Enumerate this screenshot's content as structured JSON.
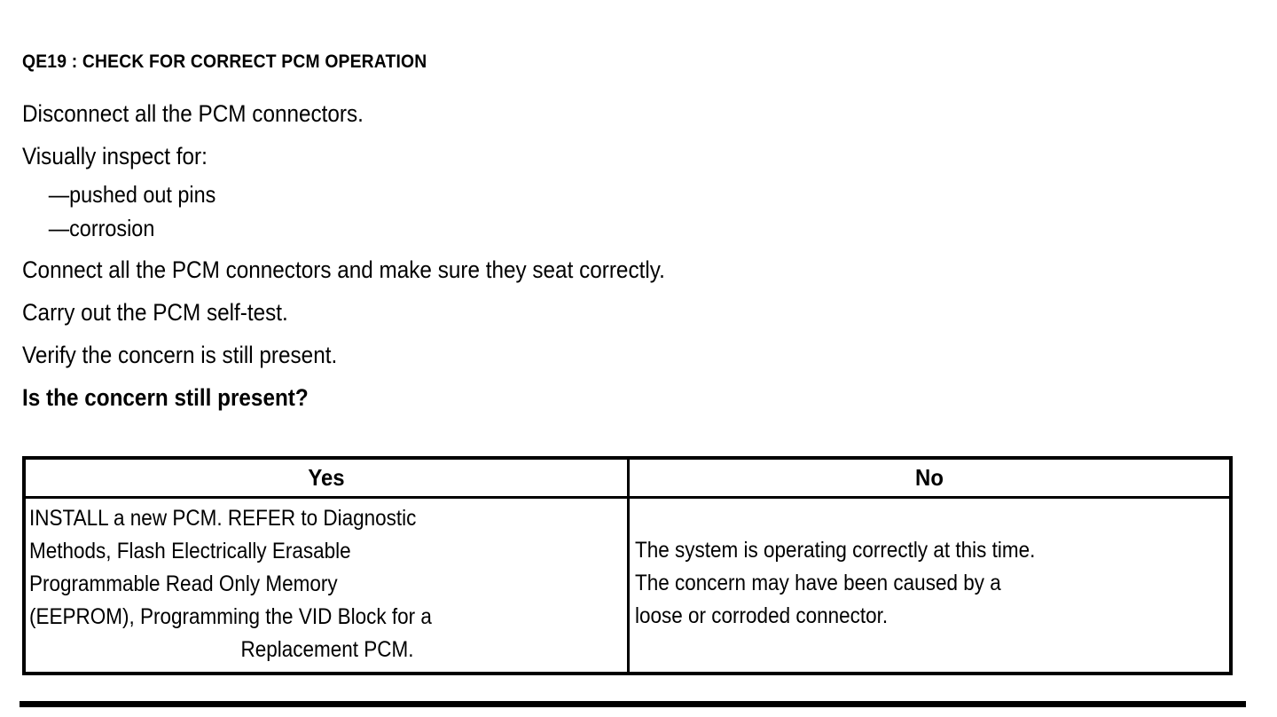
{
  "document": {
    "heading": "QE19 : CHECK FOR CORRECT PCM OPERATION",
    "steps": [
      {
        "kind": "step",
        "text": "Disconnect all the PCM connectors."
      },
      {
        "kind": "step",
        "text": "Visually inspect for:"
      },
      {
        "kind": "dash",
        "text": "—pushed out pins"
      },
      {
        "kind": "dash",
        "text": "—corrosion"
      },
      {
        "kind": "step",
        "text": "Connect all the PCM connectors and make sure they seat correctly."
      },
      {
        "kind": "step",
        "text": "Carry out the PCM self-test."
      },
      {
        "kind": "step",
        "text": "Verify the concern is still present."
      },
      {
        "kind": "question",
        "text": "Is the concern still present?"
      }
    ],
    "decision_table": {
      "headers": [
        "Yes",
        "No"
      ],
      "yes_lines": [
        "INSTALL a new PCM. REFER to Diagnostic",
        "Methods, Flash Electrically Erasable",
        "Programmable Read Only Memory",
        "(EEPROM), Programming the VID Block for a",
        "Replacement PCM."
      ],
      "no_lines": [
        "The system is operating correctly at this time.",
        "The concern may have been caused by a",
        "loose or corroded connector."
      ]
    },
    "colors": {
      "text": "#000000",
      "background": "#ffffff",
      "rule": "#000000"
    }
  }
}
